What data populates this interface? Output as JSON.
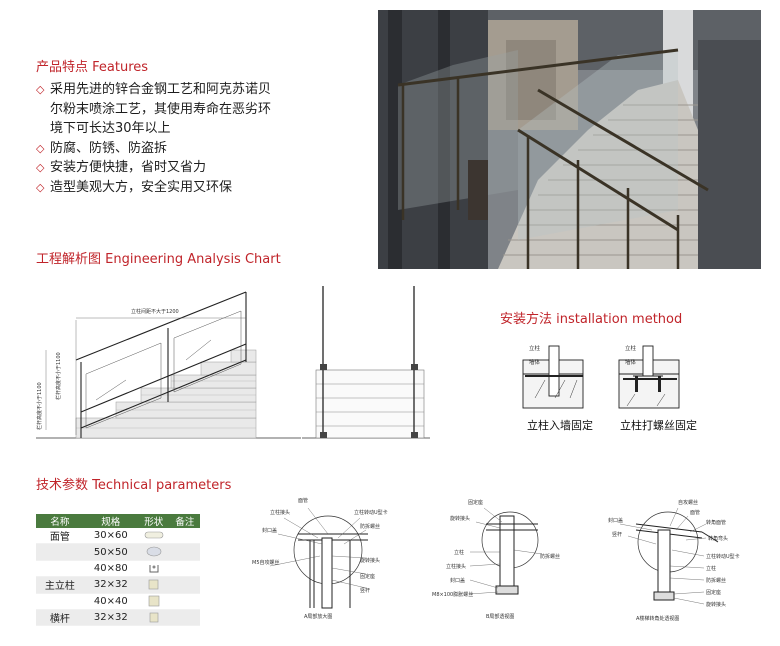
{
  "features": {
    "title": "产品特点 Features",
    "items": [
      {
        "bullet": "◇",
        "lines": [
          "采用先进的锌合金钢工艺和阿克苏诺贝",
          "尔粉末喷涂工艺，其使用寿命在恶劣环",
          "境下可长达30年以上"
        ]
      },
      {
        "bullet": "◇",
        "lines": [
          "防腐、防锈、防盗拆"
        ]
      },
      {
        "bullet": "◇",
        "lines": [
          "安装方便快捷，省时又省力"
        ]
      },
      {
        "bullet": "◇",
        "lines": [
          "造型美观大方，安全实用又环保"
        ]
      }
    ]
  },
  "engineering": {
    "title": "工程解析图 Engineering Analysis Chart",
    "dim_top": "立柱间距不大于1200",
    "dim_left1": "栏杆高度不小于1100",
    "dim_left2": "栏杆高度不小于1100"
  },
  "installation": {
    "title": "安装方法 installation method",
    "label_post": "立柱",
    "label_wall": "墙体",
    "caption_left": "立柱入墙固定",
    "caption_right": "立柱打螺丝固定"
  },
  "technical": {
    "title": "技术参数 Technical parameters",
    "headers": [
      "名称",
      "规格",
      "形状",
      "备注"
    ],
    "rows": [
      {
        "name": "面管",
        "spec": "30×60",
        "shape": "oval-flat"
      },
      {
        "name": "",
        "spec": "50×50",
        "shape": "oval"
      },
      {
        "name": "",
        "spec": "40×80",
        "shape": "u-profile"
      },
      {
        "name": "主立柱",
        "spec": "32×32",
        "shape": "square"
      },
      {
        "name": "",
        "spec": "40×40",
        "shape": "square"
      },
      {
        "name": "横杆",
        "spec": "32×32",
        "shape": "square-small"
      }
    ]
  },
  "detail_a": {
    "labels": [
      "面管",
      "立柱接头",
      "封口盖",
      "立柱转动U型卡",
      "防拆螺丝",
      "M5自攻螺丝",
      "旋转接头",
      "固定座",
      "竖杆"
    ],
    "caption": "A局部放大图"
  },
  "detail_b": {
    "labels": [
      "固定座",
      "旋转接头",
      "立柱",
      "立柱接头",
      "防拆螺丝",
      "封口盖",
      "M8×100膨胀螺丝"
    ],
    "caption": "B局部透视图"
  },
  "detail_c": {
    "labels": [
      "自攻螺丝",
      "面管",
      "转角面管",
      "封口盖",
      "竖杆",
      "转角弯头",
      "立柱转动U型卡",
      "立柱",
      "防拆螺丝",
      "固定座",
      "旋转接头"
    ],
    "caption": "A楼梯转角处透视图"
  },
  "colors": {
    "accent": "#c0242a",
    "table_header": "#4a7a3e"
  }
}
